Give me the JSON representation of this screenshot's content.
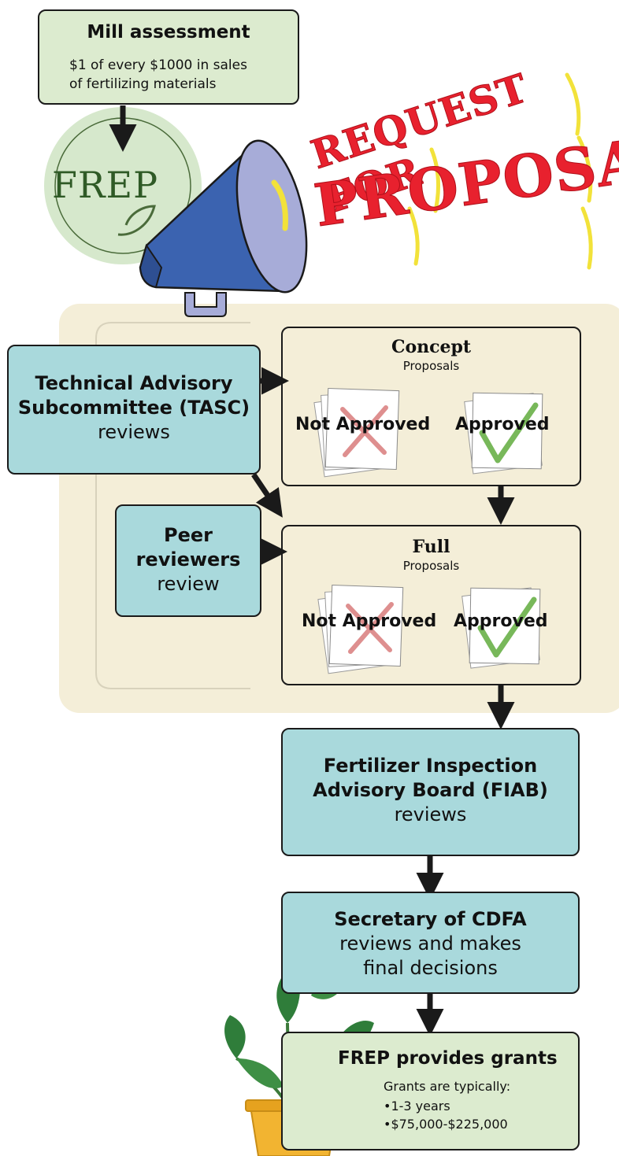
{
  "mill": {
    "title": "Mill assessment",
    "line1": "$1 of every $1000 in sales",
    "line2": "of fertilizing materials"
  },
  "logo": {
    "text": "FREP"
  },
  "rfp": {
    "line1": "REQUEST FOR",
    "line2": "PROPOSALS"
  },
  "tasc": {
    "line1": "Technical Advisory",
    "line2": "Subcommittee (TASC)",
    "line3": "reviews"
  },
  "peer": {
    "line1": "Peer",
    "line2": "reviewers",
    "line3": "review"
  },
  "concept": {
    "title": "Concept",
    "subtitle": "Proposals",
    "not_approved": "Not Approved",
    "approved": "Approved"
  },
  "full": {
    "title": "Full",
    "subtitle": "Proposals",
    "not_approved": "Not Approved",
    "approved": "Approved"
  },
  "fiab": {
    "line1": "Fertilizer Inspection",
    "line2": "Advisory Board (FIAB)",
    "line3": "reviews"
  },
  "cdfa": {
    "line1": "Secretary of CDFA",
    "line2": "reviews and makes",
    "line3": "final decisions"
  },
  "grants": {
    "title": "FREP provides grants",
    "intro": "Grants are typically:",
    "items": [
      "1-3 years",
      "$75,000-$225,000"
    ]
  },
  "colors": {
    "green_box": "#dcebcf",
    "blue_box": "#a9d9dc",
    "review_area": "#f4eed8",
    "megaphone": "#3b63b0",
    "rfp_red": "#e8212e",
    "check": "#78b85a",
    "cross": "#d97c7c"
  }
}
